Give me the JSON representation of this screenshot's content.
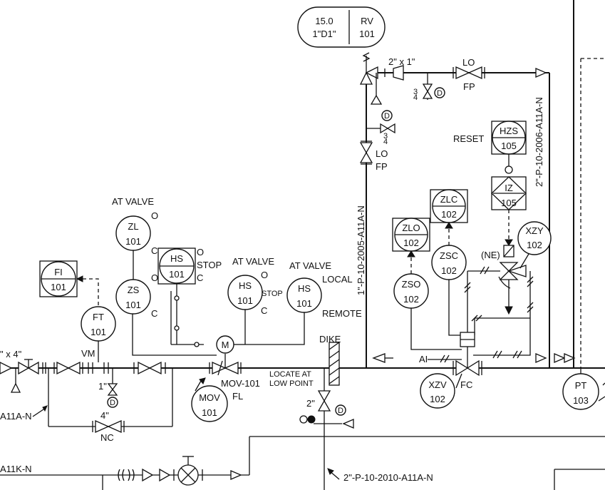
{
  "instruments": {
    "rv": {
      "letters": "RV",
      "number": "101"
    },
    "setpoint": {
      "value": "15.0",
      "size": "1\"D1\""
    },
    "hzs": {
      "letters": "HZS",
      "number": "105"
    },
    "iz": {
      "letters": "IZ",
      "number": "105"
    },
    "zlc": {
      "letters": "ZLC",
      "number": "102"
    },
    "zlo": {
      "letters": "ZLO",
      "number": "102"
    },
    "zsc": {
      "letters": "ZSC",
      "number": "102"
    },
    "zso": {
      "letters": "ZSO",
      "number": "102"
    },
    "xzy": {
      "letters": "XZY",
      "number": "102"
    },
    "xzv": {
      "letters": "XZV",
      "number": "102"
    },
    "pt": {
      "letters": "PT",
      "number": "103"
    },
    "fi": {
      "letters": "FI",
      "number": "101"
    },
    "ft": {
      "letters": "FT",
      "number": "101"
    },
    "zl": {
      "letters": "ZL",
      "number": "101"
    },
    "zs": {
      "letters": "ZS",
      "number": "101"
    },
    "hs_panel": {
      "letters": "HS",
      "number": "101"
    },
    "hs_valve1": {
      "letters": "HS",
      "number": "101"
    },
    "hs_valve2": {
      "letters": "HS",
      "number": "101"
    },
    "mov": {
      "letters": "MOV",
      "number": "101"
    }
  },
  "labels": {
    "reducer_top": "2\" x 1\"",
    "lo_top": "LO",
    "fp_top": "FP",
    "lo_mid": "LO",
    "fp_mid": "FP",
    "three_quarter_num": "3",
    "three_quarter_den": "4",
    "drain_d": "D",
    "reset": "RESET",
    "ne": "(NE)",
    "fc": "FC",
    "ai": "AI",
    "dike": "DIKE",
    "locate_l1": "LOCATE AT",
    "locate_l2": "LOW POINT",
    "two_inch": "2\"",
    "one_inch": "1\"",
    "four_inch": "4\"",
    "nc": "NC",
    "vm": "VM",
    "at_valve_1": "AT VALVE",
    "at_valve_2": "AT VALVE",
    "at_valve_3": "AT VALVE",
    "local": "LOCAL",
    "remote": "REMOTE",
    "stop_1": "STOP",
    "stop_2": "STOP",
    "o": "O",
    "c": "C",
    "mov_line": "MOV-101",
    "fl": "FL",
    "motor": "M",
    "reducer_left": "\" x 4\""
  },
  "lines": {
    "vertical_1": "1\"-P-10-2005-A11A-N",
    "vertical_2": "2\"-P-10-2006-A11A-N",
    "bottom": "2\"-P-10-2010-A11A-N",
    "left_1": "A11A-N",
    "left_2": "A11K-N"
  }
}
